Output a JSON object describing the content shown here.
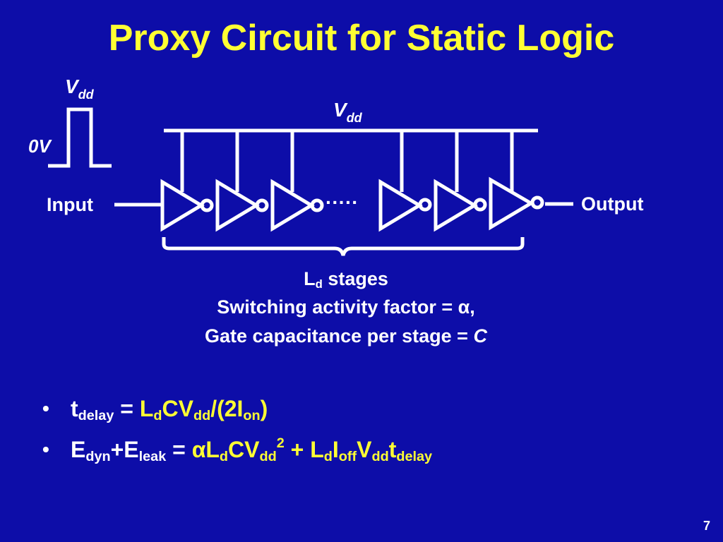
{
  "slide": {
    "title": "Proxy Circuit for Static Logic",
    "page_number": "7"
  },
  "diagram": {
    "pulse_high_label": "V",
    "pulse_high_sub": "dd",
    "pulse_low_label": "0V",
    "rail_label": "V",
    "rail_sub": "dd",
    "input_label": "Input",
    "output_label": "Output",
    "ellipsis": "·····"
  },
  "caption": {
    "line1_main": "L",
    "line1_sub": "d",
    "line1_rest": " stages",
    "line2": "Switching activity factor = α,",
    "line3_text": "Gate capacitance per stage = ",
    "line3_var": "C"
  },
  "bullets": {
    "symbol": "•",
    "b1": [
      {
        "t": "t",
        "st": "n",
        "c": "w"
      },
      {
        "t": "delay",
        "st": "sub",
        "c": "w"
      },
      {
        "t": " = ",
        "st": "n",
        "c": "w"
      },
      {
        "t": "L",
        "st": "n",
        "c": "y"
      },
      {
        "t": "d",
        "st": "sub",
        "c": "y"
      },
      {
        "t": "CV",
        "st": "n",
        "c": "y"
      },
      {
        "t": "dd",
        "st": "sub",
        "c": "y"
      },
      {
        "t": "/(2I",
        "st": "n",
        "c": "y"
      },
      {
        "t": "on",
        "st": "sub",
        "c": "y"
      },
      {
        "t": ")",
        "st": "n",
        "c": "y"
      }
    ],
    "b2": [
      {
        "t": "E",
        "st": "n",
        "c": "w"
      },
      {
        "t": "dyn",
        "st": "sub",
        "c": "w"
      },
      {
        "t": "+E",
        "st": "n",
        "c": "w"
      },
      {
        "t": "leak",
        "st": "sub",
        "c": "w"
      },
      {
        "t": " = ",
        "st": "n",
        "c": "w"
      },
      {
        "t": "αL",
        "st": "n",
        "c": "y"
      },
      {
        "t": "d",
        "st": "sub",
        "c": "y"
      },
      {
        "t": "CV",
        "st": "n",
        "c": "y"
      },
      {
        "t": "dd",
        "st": "sub",
        "c": "y"
      },
      {
        "t": "2",
        "st": "sup",
        "c": "y"
      },
      {
        "t": " + L",
        "st": "n",
        "c": "y"
      },
      {
        "t": "d",
        "st": "sub",
        "c": "y"
      },
      {
        "t": "I",
        "st": "n",
        "c": "y"
      },
      {
        "t": "off",
        "st": "sub",
        "c": "y"
      },
      {
        "t": "V",
        "st": "n",
        "c": "y"
      },
      {
        "t": "dd",
        "st": "sub",
        "c": "y"
      },
      {
        "t": "t",
        "st": "n",
        "c": "y"
      },
      {
        "t": "delay",
        "st": "sub",
        "c": "y"
      }
    ]
  },
  "colors": {
    "background": "#0d0da8",
    "accent": "#ffff33",
    "text": "#ffffff"
  }
}
